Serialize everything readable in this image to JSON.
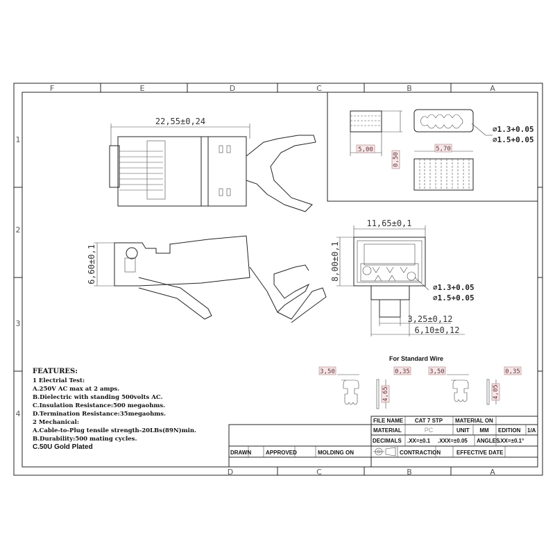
{
  "border": {
    "columns": [
      "F",
      "E",
      "D",
      "C",
      "B",
      "A"
    ],
    "bottom_columns": [
      "D",
      "C",
      "B",
      "A"
    ],
    "rows": [
      "1",
      "2",
      "3",
      "4"
    ]
  },
  "top_view": {
    "length_dim": "22,55±0,24"
  },
  "side_view": {
    "height_dim": "6,60±0,1"
  },
  "front_view": {
    "width_dim": "11,65±0,1",
    "height_dim": "8,00±0,1",
    "hole_small": "⌀1.3+0.05",
    "hole_large": "⌀1.5+0.05",
    "inner_width_dim": "3,25±0,12",
    "outer_width_dim": "6,10±0,12"
  },
  "insert_detail": {
    "length_dim": "5,00",
    "height_dim": "0,50",
    "width_dim": "5,70",
    "hole_small": "⌀1.3+0.05",
    "hole_large": "⌀1.5+0.05"
  },
  "standard_wire": {
    "caption": "For Standard Wire",
    "contacts": [
      {
        "width": "3,50",
        "thickness": "0,35",
        "height": "4,65"
      },
      {
        "width": "3,50",
        "thickness": "0,35",
        "height": "4,05"
      }
    ]
  },
  "features": {
    "title": "FEATURES:",
    "lines": [
      "1 Electrial Test:",
      "A.250V AC max at 2 amps.",
      "B.Dielectric with standing 500volts AC.",
      "C.Insulation Resistance:500 megaohms.",
      "D.Termination Resistance:35megaohms.",
      "2 Mechanical:",
      "A.Cable-to-Plug tensile strength-20LBs(89N)min.",
      "B.Durability:500 mating cycles."
    ],
    "last_line": "C.50U Gold Plated"
  },
  "title_block": {
    "file_name_label": "FILE NAME",
    "file_name": "CAT 7 STP",
    "material_on_label": "MATERIAL ON",
    "material_label": "MATERIAL",
    "material": "PC",
    "unit_label": "UNIT",
    "unit": "MM",
    "edition_label": "EDITION",
    "edition": "1/A",
    "decimals_label": "DECIMALS",
    "decimals_xx": ".XX=±0.1",
    "decimals_xxx": ".XXX=±0.05",
    "angles_label": "ANGLES",
    "angles": ".XX=±0.1°",
    "drawn_label": "DRAWN",
    "approved_label": "APPROVED",
    "molding_on_label": "MOLDING ON",
    "contraction_label": "CONTRACTION",
    "effective_date_label": "EFFECTIVE DATE"
  }
}
